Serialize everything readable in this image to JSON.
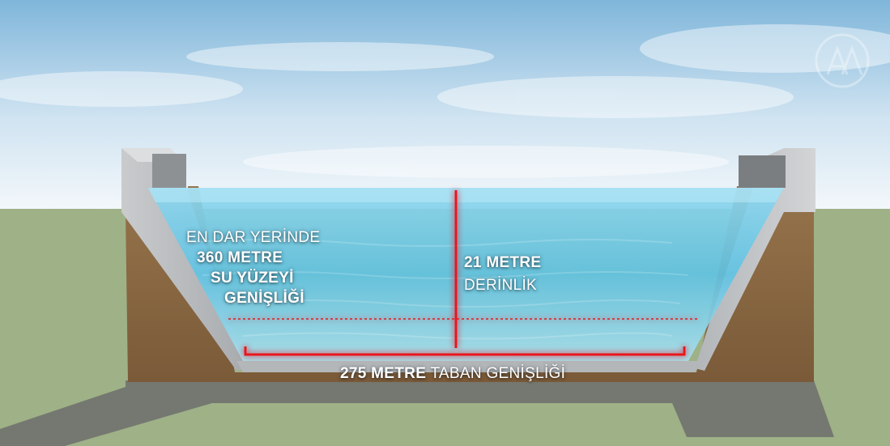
{
  "labels": {
    "narrowest_line1": "EN DAR YERİNDE",
    "narrowest_line2": "360 METRE",
    "narrowest_line3": "SU YÜZEYİ",
    "narrowest_line4": "GENİŞLİĞİ",
    "depth_value": "21 METRE",
    "depth_text": "DERİNLİK",
    "base_value": "275 METRE",
    "base_text": "TABAN GENİŞLİĞİ"
  },
  "colors": {
    "sky_top": "#7fb6da",
    "sky_bottom": "#f4f8fb",
    "ground": "#9fb187",
    "soil": "#8b6a45",
    "concrete": "#b9bcbe",
    "water": "#5fc3e3",
    "measure_line": "#e8141b"
  },
  "watermark_icon": "aa-logo-watermark"
}
